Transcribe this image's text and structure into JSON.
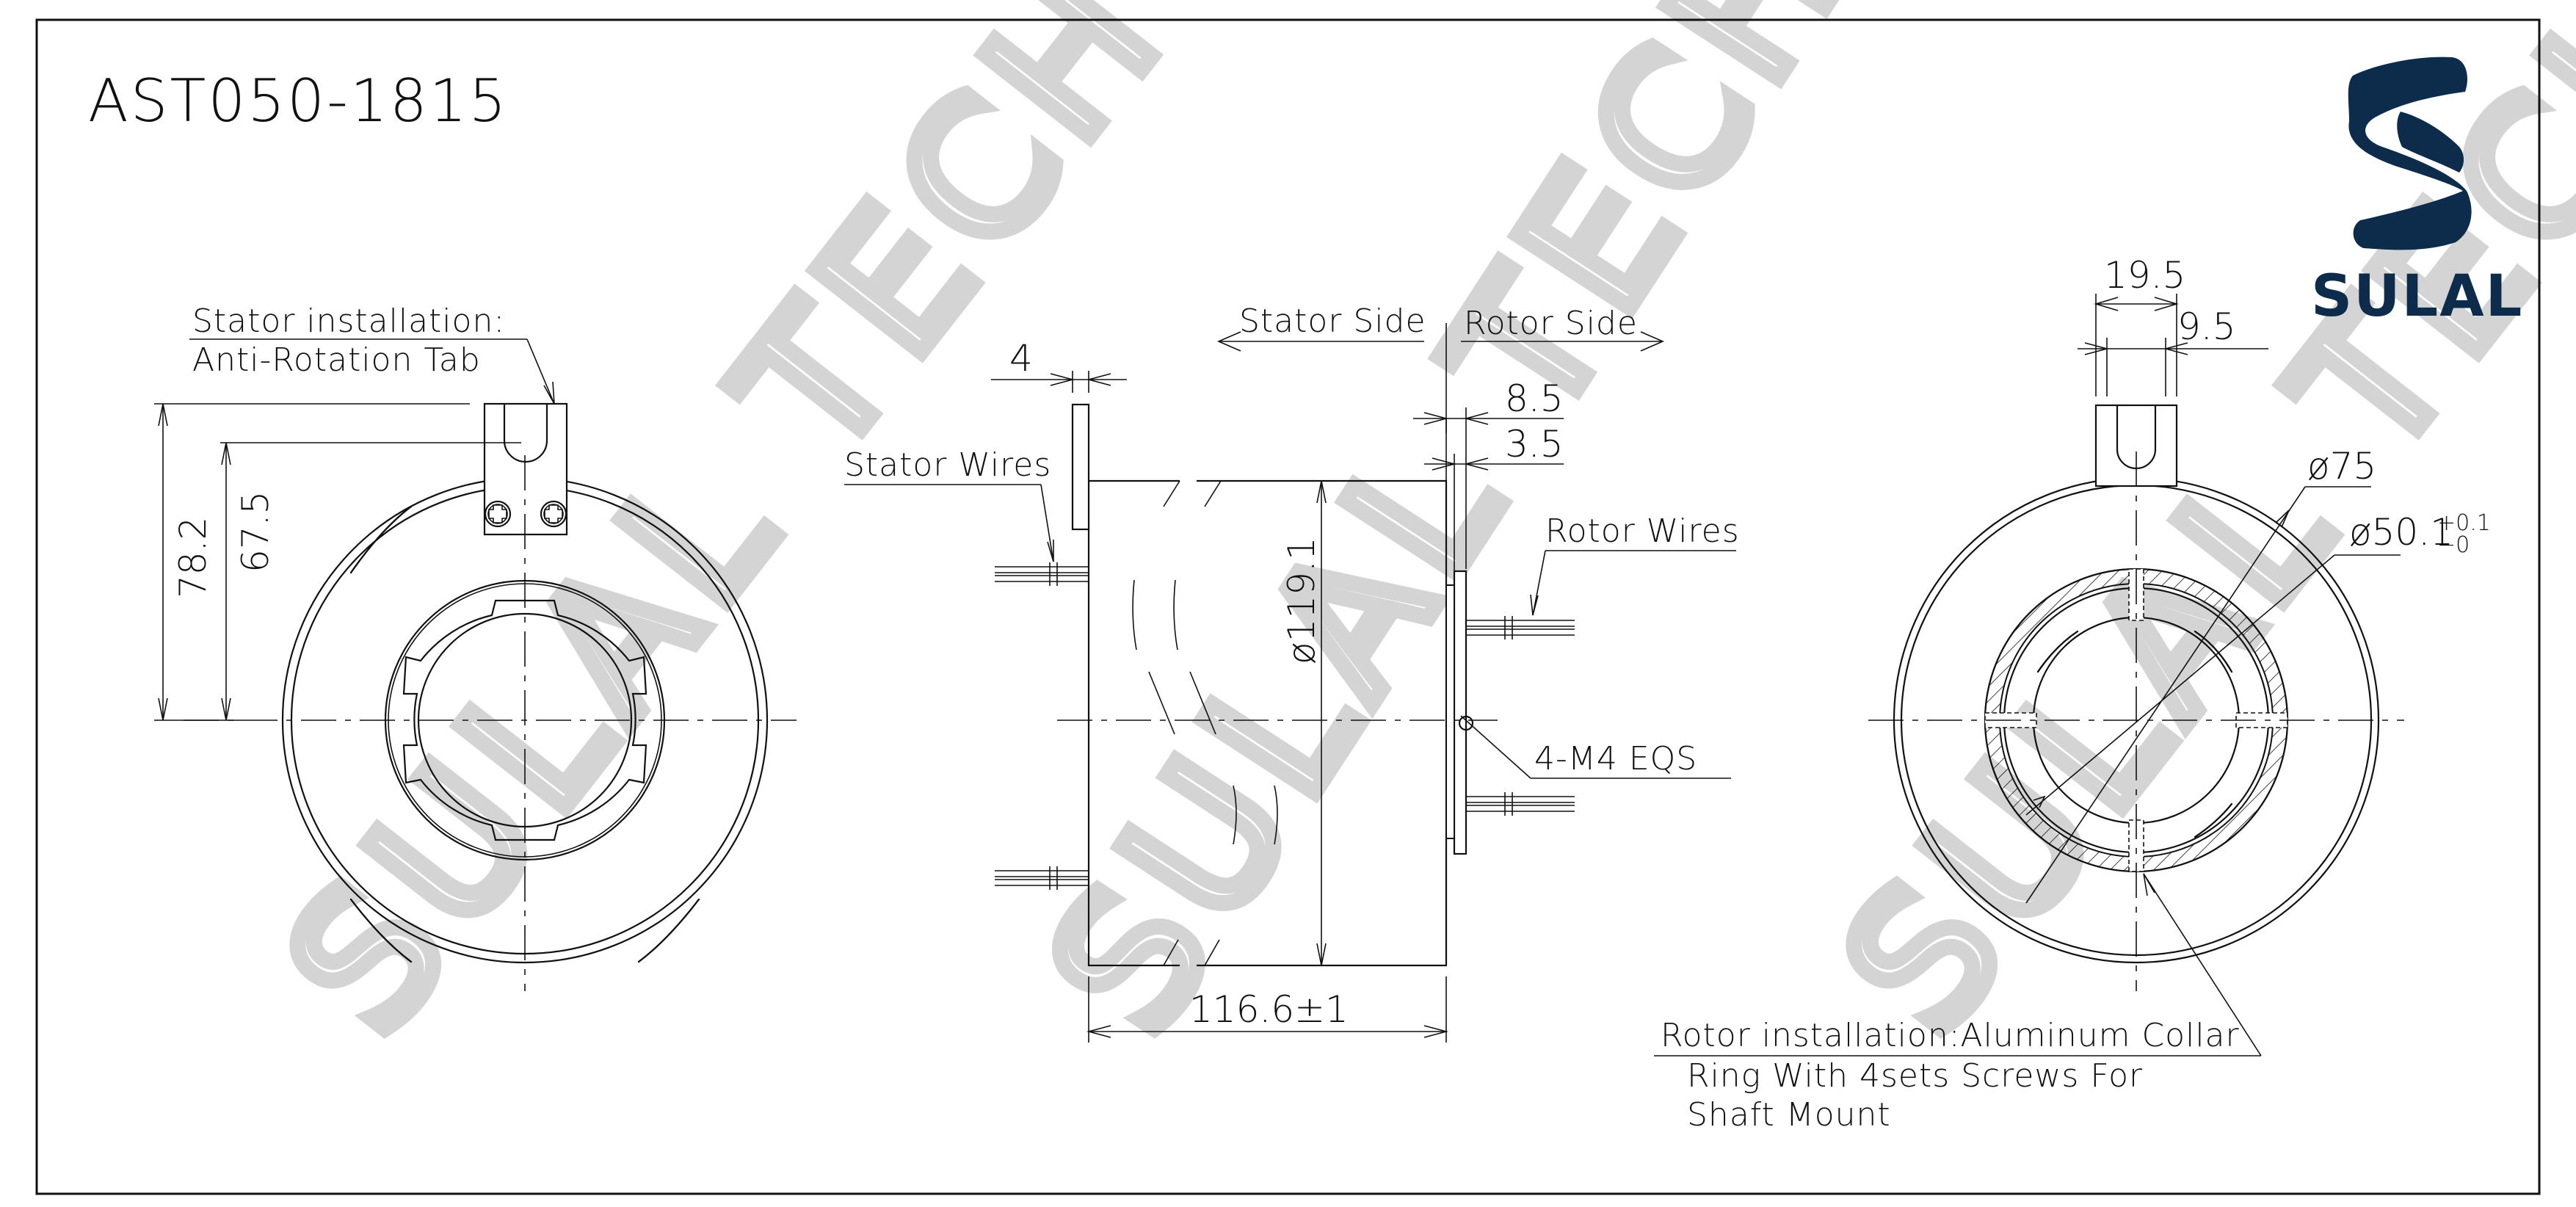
{
  "drawing": {
    "title": "AST050-1815",
    "border_color": "#111111",
    "background": "#ffffff"
  },
  "logo": {
    "icon": "sulal-s-logo-icon",
    "text": "SULAL",
    "color": "#0d2b4a"
  },
  "watermark": {
    "text": "SULAL TECH",
    "color": "#d4d4d4"
  },
  "front_view": {
    "stator_note_line1": "Stator installation:",
    "stator_note_line2": "Anti-Rotation Tab",
    "dim_total_height": "78.2",
    "dim_slot_height": "67.5"
  },
  "side_view": {
    "stator_side": "Stator Side",
    "rotor_side": "Rotor Side",
    "stator_wires": "Stator Wires",
    "rotor_wires": "Rotor Wires",
    "dim_tab_thickness": "4",
    "dim_rotor_offset": "8.5",
    "dim_flange_thickness": "3.5",
    "dim_diameter": "ø119.1",
    "dim_length": "116.6±1",
    "screw_note": "4-M4 EQS"
  },
  "rear_view": {
    "dim_tab_width": "19.5",
    "dim_slot_width": "9.5",
    "dim_collar_od": "ø75",
    "dim_bore": "ø50.1",
    "dim_bore_tol_upper": "+0.1",
    "dim_bore_tol_lower": "−0",
    "rotor_note_line1": "Rotor installation:Aluminum Collar",
    "rotor_note_line2": "Ring With 4sets Screws For",
    "rotor_note_line3": "Shaft Mount"
  }
}
